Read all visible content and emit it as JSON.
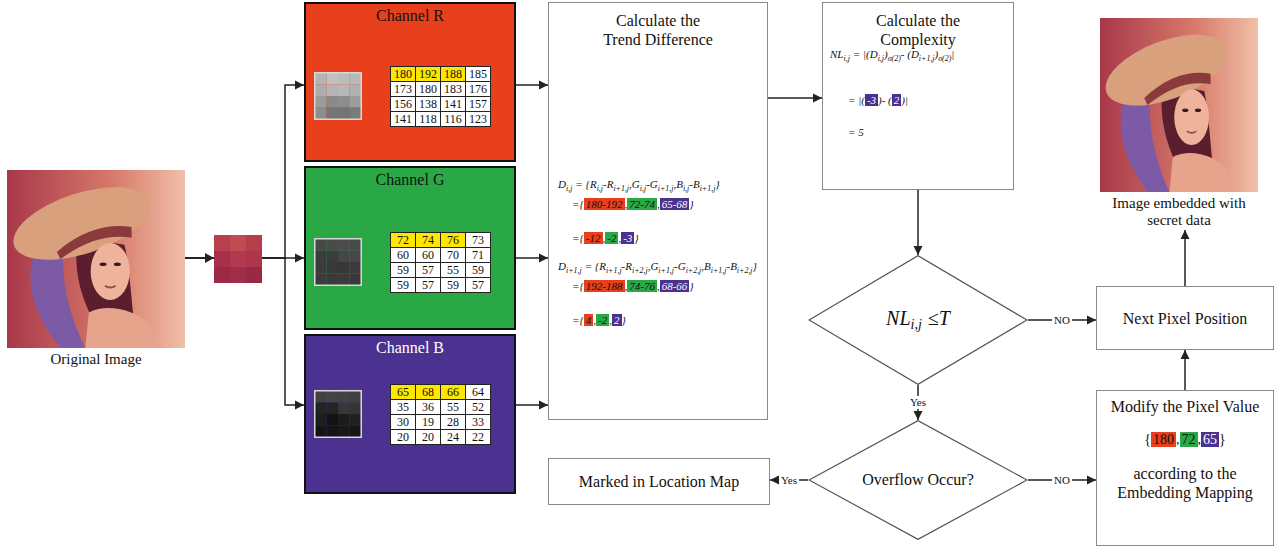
{
  "diagram": {
    "nodes": [
      {
        "text": [
          "Original Image"
        ]
      },
      {
        "text": [
          "Channel R"
        ]
      },
      {
        "text": [
          "Channel G"
        ]
      },
      {
        "text": [
          "Channel B"
        ]
      },
      {
        "text": [
          "Calculate the Trend Difference"
        ]
      },
      {
        "text": [
          "Calculate the Complexity"
        ]
      },
      {
        "text": [
          "NL",
          "i,j",
          "≤T"
        ]
      },
      {
        "text": [
          "Overflow Occur?"
        ]
      },
      {
        "text": [
          "Marked in Location Map"
        ]
      },
      {
        "text": [
          "Modify the Pixel Value",
          "{",
          "180",
          ",",
          "72",
          ",",
          "65",
          "}",
          "according to the Embedding Mapping"
        ]
      },
      {
        "text": [
          "Next Pixel Position"
        ]
      },
      {
        "text": [
          "Image embedded with secret data"
        ]
      }
    ],
    "edges": [
      {
        "from": 0,
        "to": 1,
        "arrow": "to"
      },
      {
        "from": 0,
        "to": 2,
        "arrow": "to"
      },
      {
        "from": 0,
        "to": 3,
        "arrow": "to"
      },
      {
        "from": 1,
        "to": 4,
        "arrow": "to"
      },
      {
        "from": 2,
        "to": 4,
        "arrow": "to"
      },
      {
        "from": 3,
        "to": 4,
        "arrow": "to"
      },
      {
        "from": 4,
        "to": 5,
        "arrow": "to"
      },
      {
        "from": 5,
        "to": 6,
        "arrow": "to"
      },
      {
        "from": 6,
        "to": 10,
        "label": "NO",
        "arrow": "to"
      },
      {
        "from": 6,
        "to": 7,
        "label": "Yes",
        "arrow": "to"
      },
      {
        "from": 7,
        "to": 8,
        "label": "Yes",
        "arrow": "to"
      },
      {
        "from": 7,
        "to": 9,
        "label": "NO",
        "arrow": "to"
      },
      {
        "from": 9,
        "to": 10,
        "arrow": "to"
      },
      {
        "from": 10,
        "to": 11,
        "arrow": "to"
      }
    ],
    "labels": [
      "180",
      "192",
      "188",
      "185",
      "173",
      "180",
      "183",
      "176",
      "156",
      "138",
      "141",
      "157",
      "141",
      "118",
      "116",
      "123",
      "72",
      "74",
      "76",
      "73",
      "60",
      "60",
      "70",
      "71",
      "59",
      "57",
      "55",
      "59",
      "59",
      "57",
      "59",
      "57",
      "65",
      "68",
      "66",
      "64",
      "35",
      "36",
      "55",
      "52",
      "30",
      "19",
      "28",
      "33",
      "20",
      "20",
      "24",
      "22",
      "D",
      "i,j",
      "= {R",
      "i,j",
      "-R",
      "i+1,j",
      ",G",
      "i,j",
      "-G",
      "i+1,j",
      ",B",
      "i,j",
      "-B",
      "i+1,j",
      "}",
      "={",
      "180-192",
      ",",
      "72-74",
      ",",
      "65-68",
      "}",
      "={",
      "-12",
      ",",
      "-2",
      ",",
      "-3",
      "}",
      "D",
      "i+1,j",
      "= {R",
      "i+1,j",
      "-R",
      "i+2,j",
      ",G",
      "i+1,j",
      "-G",
      "i+2,j",
      ",B",
      "i+1,j",
      "-B",
      "i+2,j",
      "}",
      "={",
      "192-188",
      ",",
      "74-76",
      ",",
      "68-66",
      "}",
      "={",
      "4",
      ",",
      "-2",
      ",",
      "2",
      "}",
      "NL",
      "i,j",
      "= |(D",
      "i,j",
      ")",
      "σ(2)",
      "- (D",
      "i+1,j",
      ")",
      "σ(2)",
      "|",
      "= |(",
      "-3",
      ")- (",
      "2",
      ")|",
      "= 5"
    ]
  }
}
